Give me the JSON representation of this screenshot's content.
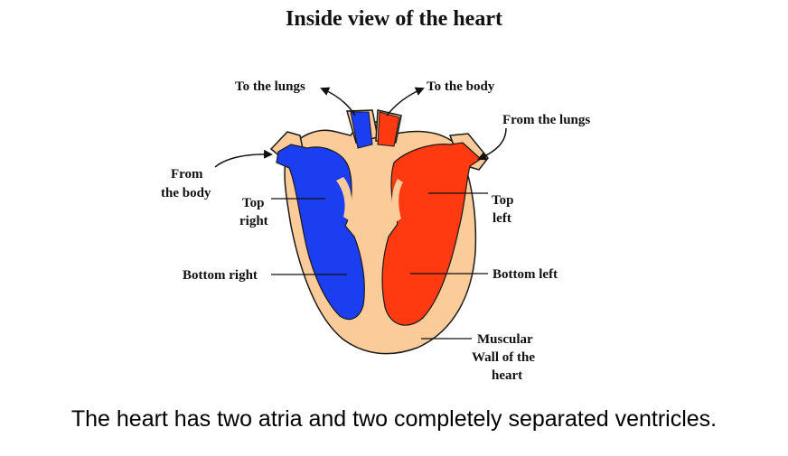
{
  "title": "Inside view of the heart",
  "caption": "The heart has two atria and two completely separated ventricles.",
  "labels": {
    "to_lungs": "To the lungs",
    "to_body": "To the body",
    "from_lungs": "From the lungs",
    "from_body_1": "From",
    "from_body_2": "the body",
    "top_right_1": "Top",
    "top_right_2": "right",
    "top_left_1": "Top",
    "top_left_2": "left",
    "bottom_right": "Bottom right",
    "bottom_left": "Bottom left",
    "wall_1": "Muscular",
    "wall_2": "Wall of the",
    "wall_3": "heart"
  },
  "colors": {
    "tissue": "#FBCB9A",
    "deoxygenated": "#1B3FF0",
    "oxygenated": "#FF3A10",
    "outline": "#1a1a1a"
  }
}
